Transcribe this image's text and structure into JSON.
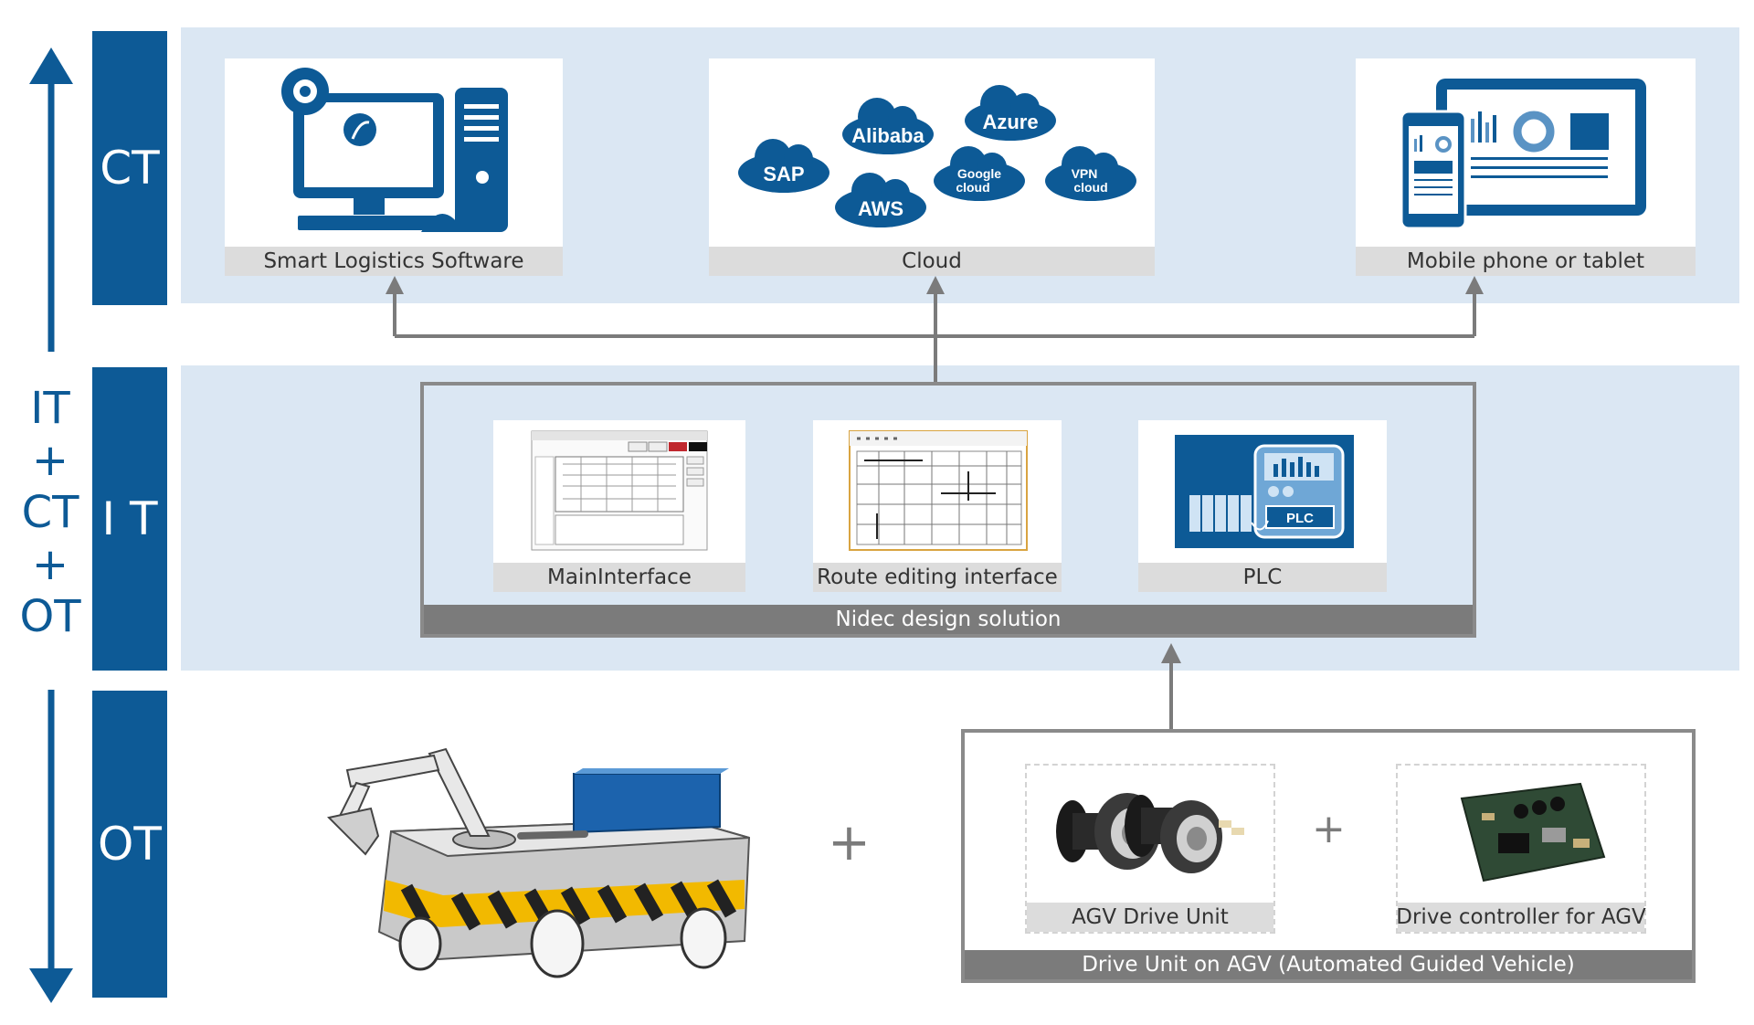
{
  "layers": {
    "ct": "CT",
    "it": "I T",
    "ot": "OT"
  },
  "side_label": {
    "line1": "IT",
    "plus1": "+",
    "line2": "CT",
    "plus2": "+",
    "line3": "OT"
  },
  "ct_items": [
    {
      "caption": "Smart Logistics Software"
    },
    {
      "caption": "Cloud"
    },
    {
      "caption": "Mobile phone or tablet"
    }
  ],
  "clouds": [
    "SAP",
    "Alibaba",
    "Azure",
    "AWS",
    "Google",
    "cloud",
    "VPN",
    "cloud"
  ],
  "plc_label": "PLC",
  "it_items": [
    {
      "caption": "MainInterface"
    },
    {
      "caption": "Route editing interface"
    },
    {
      "caption": "PLC"
    }
  ],
  "it_frame_title": "Nidec design solution",
  "ot": {
    "plus": "+",
    "inner_plus": "+",
    "items": [
      {
        "caption": "AGV Drive Unit"
      },
      {
        "caption": "Drive controller for AGV"
      }
    ],
    "frame_title": "Drive Unit on AGV (Automated Guided Vehicle)"
  },
  "colors": {
    "brand_blue": "#0d5a96",
    "band": "#dbe7f3",
    "connector_gray": "#7b7b7b",
    "caption_gray": "#dcdcdc"
  }
}
